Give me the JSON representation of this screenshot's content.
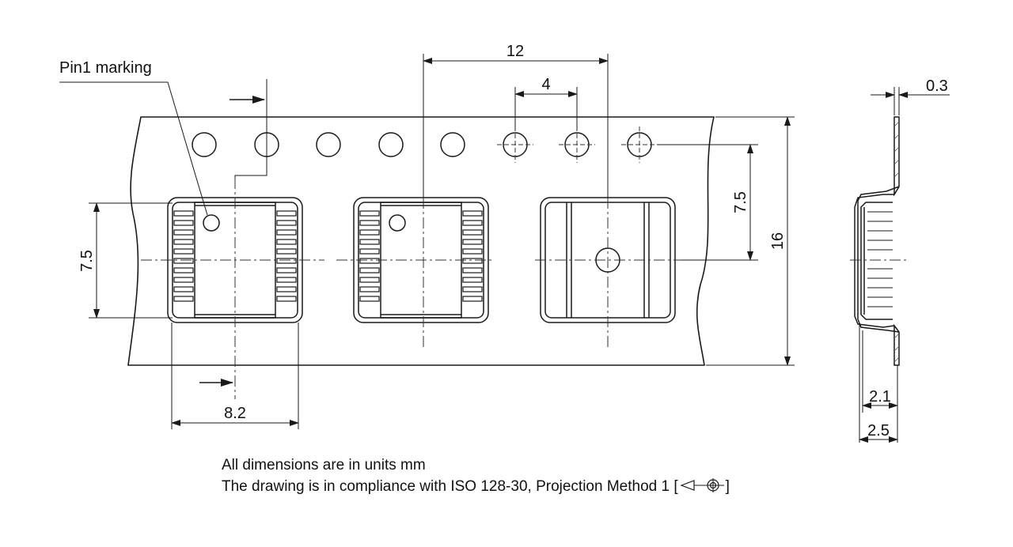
{
  "labels": {
    "pin1": "Pin1 marking",
    "pitch_pocket": "12",
    "pitch_sprocket": "4",
    "pocket_row_offset": "7.5",
    "pocket_height": "7.5",
    "tape_width": "16",
    "pocket_width": "8.2",
    "tape_thickness": "0.3",
    "pocket_depth_inner": "2.1",
    "pocket_depth_outer": "2.5"
  },
  "notes": {
    "units": "All dimensions are in units mm",
    "compliance": "The drawing is in compliance with ISO 128-30, Projection Method 1 ["
  },
  "closing_bracket": "]",
  "colors": {
    "line": "#1a1a1a",
    "center": "#333333"
  }
}
